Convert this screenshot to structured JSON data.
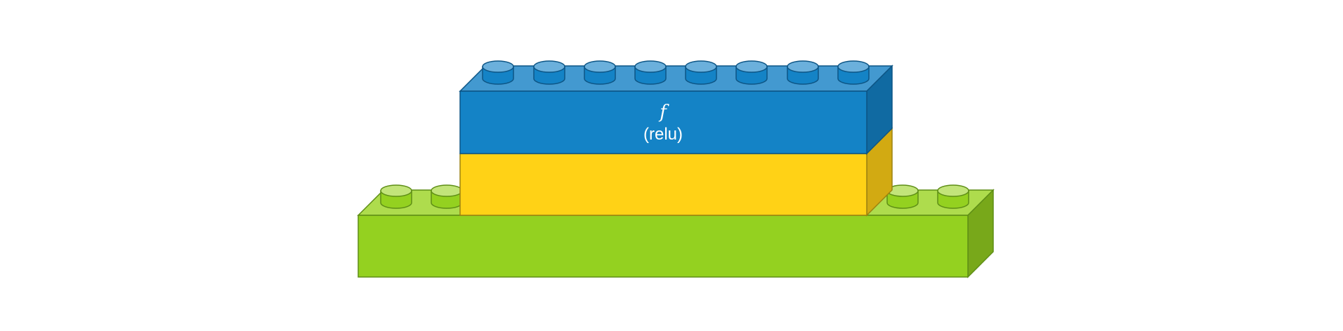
{
  "diagram": {
    "blocks": [
      {
        "name": "base-brick",
        "color": "green"
      },
      {
        "name": "middle-brick",
        "color": "yellow"
      },
      {
        "name": "activation-brick",
        "color": "blue",
        "symbol": "f",
        "label": "(relu)"
      }
    ]
  },
  "colors": {
    "background": "#ffffff",
    "green_front": "#94D120",
    "green_top": "#AEDC4D",
    "green_side": "#78A81A",
    "green_stroke": "#5E8E16",
    "yellow_front": "#FFD216",
    "yellow_side": "#D2AA12",
    "yellow_stroke": "#9C8210",
    "blue_front": "#1483C6",
    "blue_top": "#4399D0",
    "blue_side": "#106AA2",
    "blue_stroke": "#0D5585",
    "stud_blue_top": "#6BB0DC",
    "stud_green_top": "#C2E47A",
    "text": "#ffffff"
  }
}
